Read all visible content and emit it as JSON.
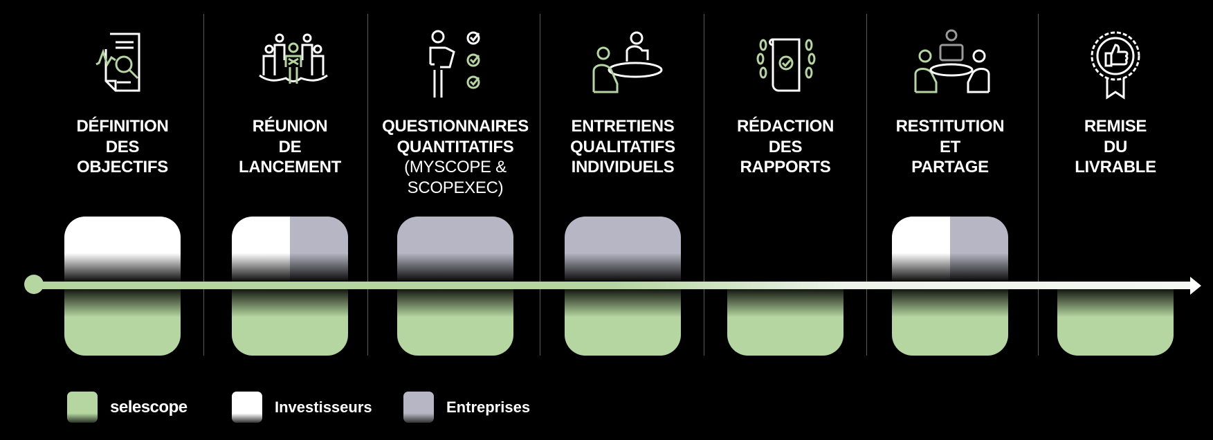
{
  "steps": [
    {
      "title": [
        "DÉFINITION",
        "DES",
        "OBJECTIFS"
      ],
      "sub": [],
      "icon": "document-analysis-icon",
      "participants": [
        "investisseurs"
      ]
    },
    {
      "title": [
        "RÉUNION",
        "DE",
        "LANCEMENT"
      ],
      "sub": [],
      "icon": "team-meeting-icon",
      "participants": [
        "investisseurs",
        "entreprises"
      ]
    },
    {
      "title": [
        "QUESTIONNAIRES",
        "QUANTITATIFS"
      ],
      "sub": [
        "(MYSCOPE &",
        "SCOPEXEC)"
      ],
      "icon": "survey-checklist-icon",
      "participants": [
        "entreprises"
      ]
    },
    {
      "title": [
        "ENTRETIENS",
        "QUALITATIFS",
        "INDIVIDUELS"
      ],
      "sub": [],
      "icon": "interview-icon",
      "participants": [
        "entreprises"
      ]
    },
    {
      "title": [
        "RÉDACTION",
        "DES",
        "RAPPORTS"
      ],
      "sub": [],
      "icon": "report-laurel-icon",
      "participants": []
    },
    {
      "title": [
        "RESTITUTION",
        "ET",
        "PARTAGE"
      ],
      "sub": [],
      "icon": "presentation-meeting-icon",
      "participants": [
        "investisseurs",
        "entreprises"
      ]
    },
    {
      "title": [
        "REMISE",
        "DU",
        "LIVRABLE"
      ],
      "sub": [],
      "icon": "award-thumbs-up-icon",
      "participants": []
    }
  ],
  "legend": [
    {
      "key": "selescope",
      "label": "selescope",
      "color": "#b5d6a0"
    },
    {
      "key": "investisseurs",
      "label": "Investisseurs",
      "color": "#ffffff"
    },
    {
      "key": "entreprises",
      "label": "Entreprises",
      "color": "#b6b6c4"
    }
  ],
  "colors": {
    "green": "#b5d6a0",
    "white": "#ffffff",
    "gray": "#b6b6c4"
  }
}
